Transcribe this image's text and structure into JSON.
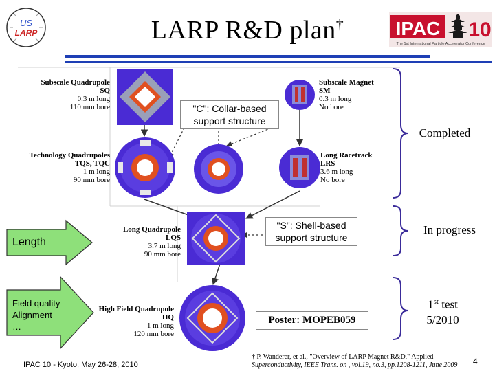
{
  "header": {
    "title": "LARP R&D plan",
    "title_mark": "†",
    "larp_logo_text_top": "US",
    "larp_logo_text_bottom": "LARP",
    "ipac_logo_text": "IPAC",
    "ipac_logo_number": "10",
    "ipac_logo_subtitle": "The 1st International Particle Accelerator Conference"
  },
  "magnets": {
    "sq": {
      "name": "Subscale Quadrupole",
      "code": "SQ",
      "spec1": "0.3 m long",
      "spec2": "110 mm bore"
    },
    "sm": {
      "name": "Subscale Magnet",
      "code": "SM",
      "spec1": "0.3 m long",
      "spec2": "No bore"
    },
    "tq": {
      "name": "Technology Quadrupoles",
      "code": "TQS, TQC",
      "spec1": "1 m long",
      "spec2": "90 mm bore"
    },
    "lrs": {
      "name": "Long Racetrack",
      "code": "LRS",
      "spec1": "3.6 m long",
      "spec2": "No bore"
    },
    "lqs": {
      "name": "Long Quadrupole",
      "code": "LQS",
      "spec1": "3.7 m long",
      "spec2": "90 mm bore"
    },
    "hq": {
      "name": "High Field Quadrupole",
      "code": "HQ",
      "spec1": "1 m long",
      "spec2": "120 mm bore"
    }
  },
  "callouts": {
    "collar": "\"C\": Collar-based support structure",
    "shell": "\"S\": Shell-based support structure",
    "poster": "Poster: MOPEB059"
  },
  "status": {
    "completed": "Completed",
    "in_progress": "In progress",
    "first_test_prefix": "1",
    "first_test_sup": "st",
    "first_test_suffix": " test",
    "first_test_date": "5/2010"
  },
  "arrows": {
    "length": "Length",
    "field_quality": "Field quality",
    "alignment": "Alignment",
    "ellipsis": "…"
  },
  "footer": {
    "conference": "IPAC 10 - Kyoto, May 26-28, 2010",
    "ref_line1": "† P. Wanderer, et al., \"Overview of LARP Magnet R&D,\" Applied",
    "ref_line2": "Superconductivity, IEEE Trans. on , vol.19, no.3, pp.1208-1211, June 2009",
    "page": "4"
  },
  "colors": {
    "accent_blue": "#1e3fb5",
    "magnet_blue": "#4a2bd4",
    "arrow_green": "#8ee07a",
    "ipac_red": "#c8102e"
  }
}
